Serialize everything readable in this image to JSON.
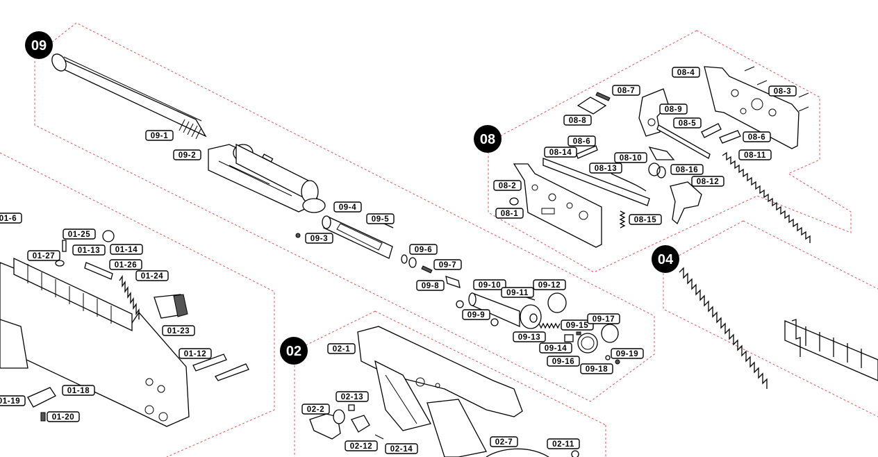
{
  "groups": [
    {
      "id": "09",
      "label": "09"
    },
    {
      "id": "08",
      "label": "08"
    },
    {
      "id": "04",
      "label": "04"
    },
    {
      "id": "02",
      "label": "02"
    }
  ],
  "labels": {
    "l09_1": "09-1",
    "l09_2": "09-2",
    "l09_3": "09-3",
    "l09_4": "09-4",
    "l09_5": "09-5",
    "l09_6": "09-6",
    "l09_7": "09-7",
    "l09_8": "09-8",
    "l09_9": "09-9",
    "l09_10": "09-10",
    "l09_11": "09-11",
    "l09_12": "09-12",
    "l09_13": "09-13",
    "l09_14": "09-14",
    "l09_15": "09-15",
    "l09_16": "09-16",
    "l09_17": "09-17",
    "l09_18": "09-18",
    "l09_19": "09-19",
    "l08_1": "08-1",
    "l08_2": "08-2",
    "l08_3": "08-3",
    "l08_4": "08-4",
    "l08_5": "08-5",
    "l08_6a": "08-6",
    "l08_6b": "08-6",
    "l08_7": "08-7",
    "l08_8": "08-8",
    "l08_9": "08-9",
    "l08_10": "08-10",
    "l08_11": "08-11",
    "l08_12": "08-12",
    "l08_13": "08-13",
    "l08_14": "08-14",
    "l08_15": "08-15",
    "l08_16": "08-16",
    "l01_6": "01-6",
    "l01_12": "01-12",
    "l01_13": "01-13",
    "l01_14": "01-14",
    "l01_18": "01-18",
    "l01_19": "01-19",
    "l01_20": "01-20",
    "l01_23": "01-23",
    "l01_24": "01-24",
    "l01_25": "01-25",
    "l01_26": "01-26",
    "l01_27": "01-27",
    "l02_1": "02-1",
    "l02_2": "02-2",
    "l02_7": "02-7",
    "l02_11": "02-11",
    "l02_12": "02-12",
    "l02_13": "02-13",
    "l02_14": "02-14"
  }
}
